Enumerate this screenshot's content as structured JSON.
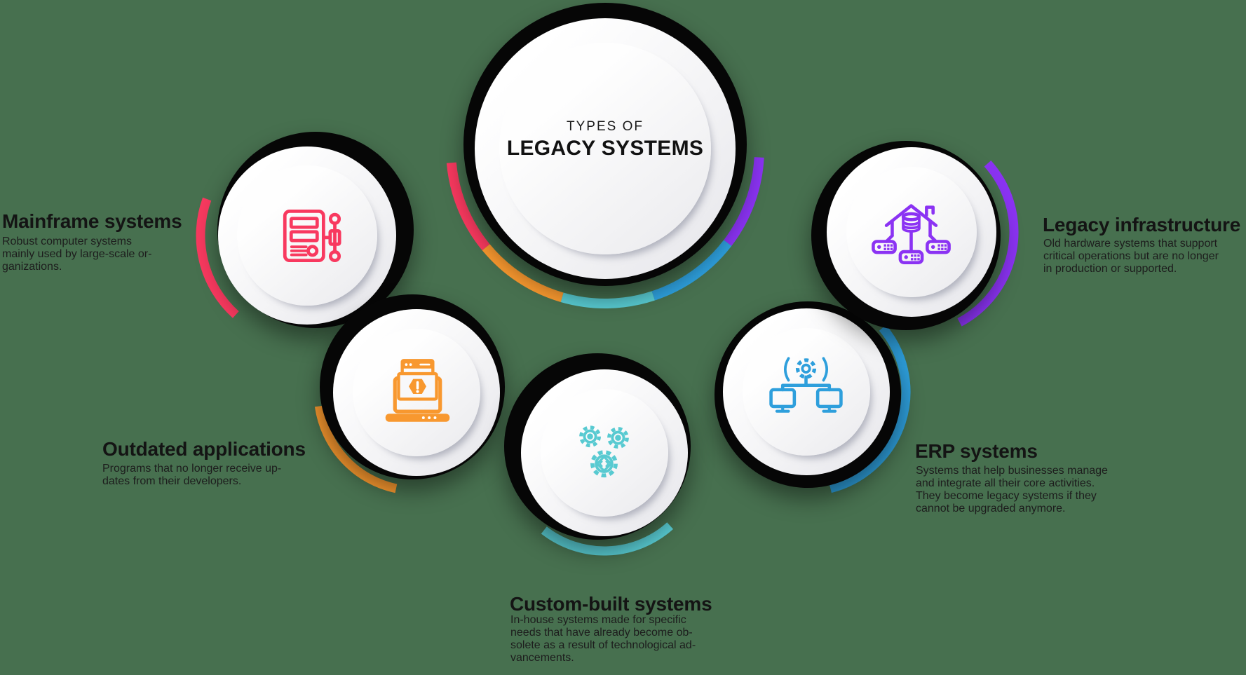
{
  "background_color": "#47704F",
  "title": {
    "line1": "TYPES OF",
    "line2": "LEGACY SYSTEMS"
  },
  "nodes": [
    {
      "name": "Mainframe systems",
      "color": "#F8395F",
      "icon": "mainframe-server-icon",
      "description_lines": [
        "Robust computer systems",
        "mainly used by large-scale or-",
        "ganizations."
      ]
    },
    {
      "name": "Outdated applications",
      "color": "#F8982F",
      "icon": "laptop-warning-icon",
      "description_lines": [
        "Programs that no longer receive up-",
        "dates from their developers."
      ]
    },
    {
      "name": "Custom-built systems",
      "color": "#58CAD1",
      "icon": "gears-code-icon",
      "description_lines": [
        "In-house systems made for specific",
        "needs that have already become ob-",
        "solete as a result of technological ad-",
        "vancements."
      ]
    },
    {
      "name": "ERP systems",
      "color": "#2E9FDC",
      "icon": "computers-network-gear-icon",
      "description_lines": [
        "Systems that help businesses manage",
        "and integrate all their core activities.",
        "They become legacy systems if they",
        "cannot be upgraded anymore."
      ]
    },
    {
      "name": "Legacy infrastructure",
      "color": "#8B33F3",
      "icon": "house-database-network-icon",
      "description_lines": [
        "Old hardware systems that support",
        "critical operations but are no longer",
        "in production or supported."
      ]
    }
  ]
}
